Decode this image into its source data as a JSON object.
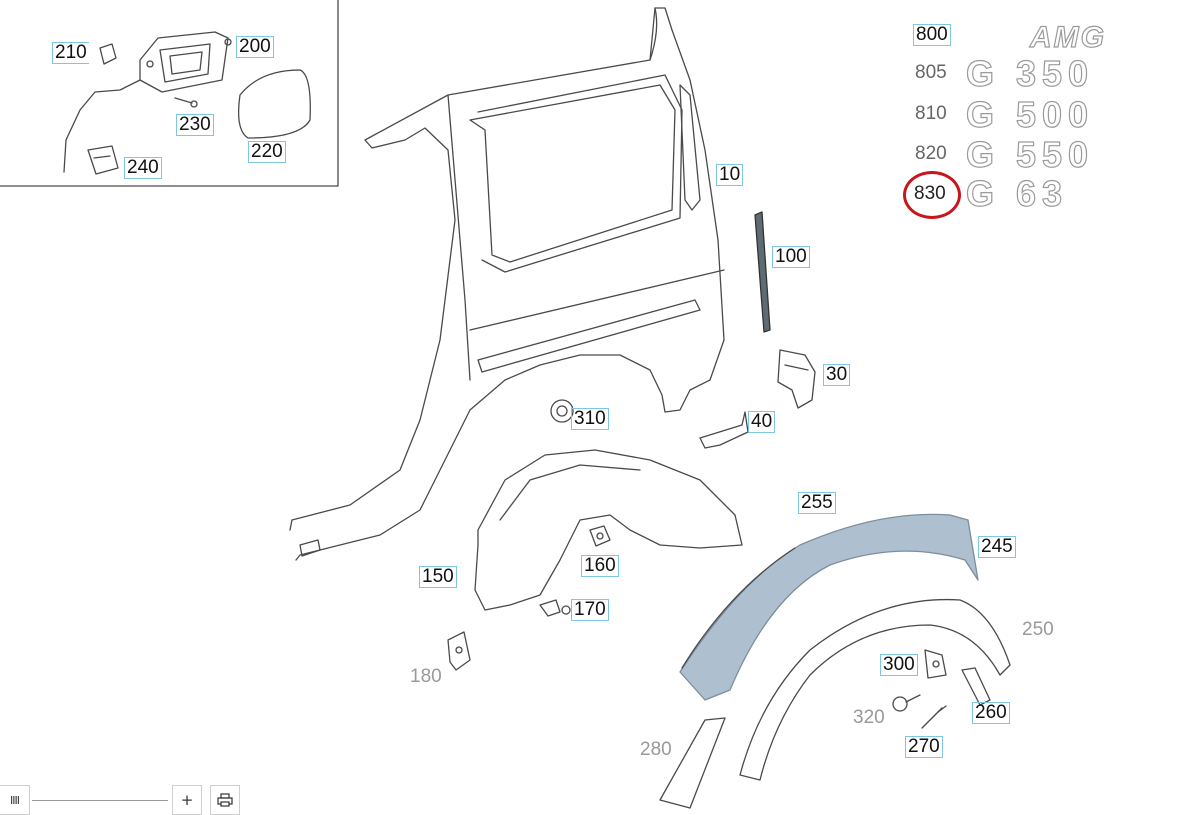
{
  "callouts": {
    "c10": "10",
    "c30": "30",
    "c40": "40",
    "c100": "100",
    "c150": "150",
    "c160": "160",
    "c170": "170",
    "c180": "180",
    "c200": "200",
    "c210": "210",
    "c220": "220",
    "c230": "230",
    "c240": "240",
    "c245": "245",
    "c250": "250",
    "c255": "255",
    "c260": "260",
    "c270": "270",
    "c280": "280",
    "c300": "300",
    "c310": "310",
    "c320": "320",
    "c800": "800",
    "c805": "805",
    "c810": "810",
    "c820": "820",
    "c830": "830"
  },
  "emblems": {
    "amg": "AMG",
    "g350": "G 350",
    "g500": "G 500",
    "g550": "G 550",
    "g63": "G 63"
  },
  "highlighted_callout": "830",
  "toolbar": {
    "zoom_out_icon": "IIII",
    "zoom_in_label": "+",
    "print_icon": "printer-icon"
  },
  "colors": {
    "highlight": "#c8161d",
    "callout_border": "#7fc6e3",
    "flare": "#aebfd0"
  }
}
